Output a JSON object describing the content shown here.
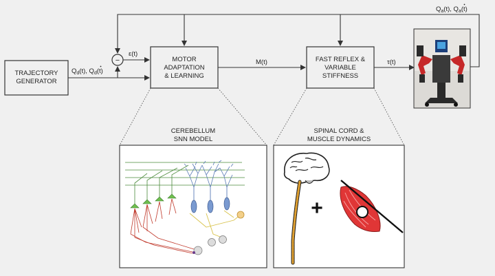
{
  "blocks": {
    "trajectory": {
      "line1": "TRAJECTORY",
      "line2": "GENERATOR"
    },
    "motor": {
      "line1": "MOTOR",
      "line2": "ADAPTATION",
      "line3": "& LEARNING"
    },
    "reflex": {
      "line1": "FAST REFLEX &",
      "line2": "VARIABLE",
      "line3": "STIFFNESS"
    }
  },
  "signals": {
    "desired_q": "Q",
    "desired_q_sub": "d",
    "desired_q_arg": "(t), ",
    "desired_qdot": "Q",
    "desired_qdot_sub": "d",
    "desired_qdot_arg": "(t)",
    "error": "ε(t)",
    "motor_cmd": "M(t)",
    "torque": "τ(t)",
    "actual_q": "Q",
    "actual_q_sub": "a",
    "actual_q_arg": "(t), ",
    "actual_qdot": "Q",
    "actual_qdot_sub": "a",
    "actual_qdot_arg": "(t)",
    "minus": "−"
  },
  "panels": {
    "cerebellum": {
      "title1": "CEREBELLUM",
      "title2": "SNN MODEL"
    },
    "spinal": {
      "title1": "SPINAL CORD &",
      "title2": "MUSCLE DYNAMICS",
      "plus": "+"
    }
  },
  "colors": {
    "background": "#f0f0f0",
    "line": "#333333",
    "purkinje_red": "#c0392b",
    "parallel_fiber_green": "#4a8a3a",
    "granule_blue": "#5a7bb5",
    "mossy_yellow": "#d8c24a",
    "spinal_orange": "#e0a030",
    "muscle_red": "#d03030",
    "robot_red": "#c62828"
  }
}
